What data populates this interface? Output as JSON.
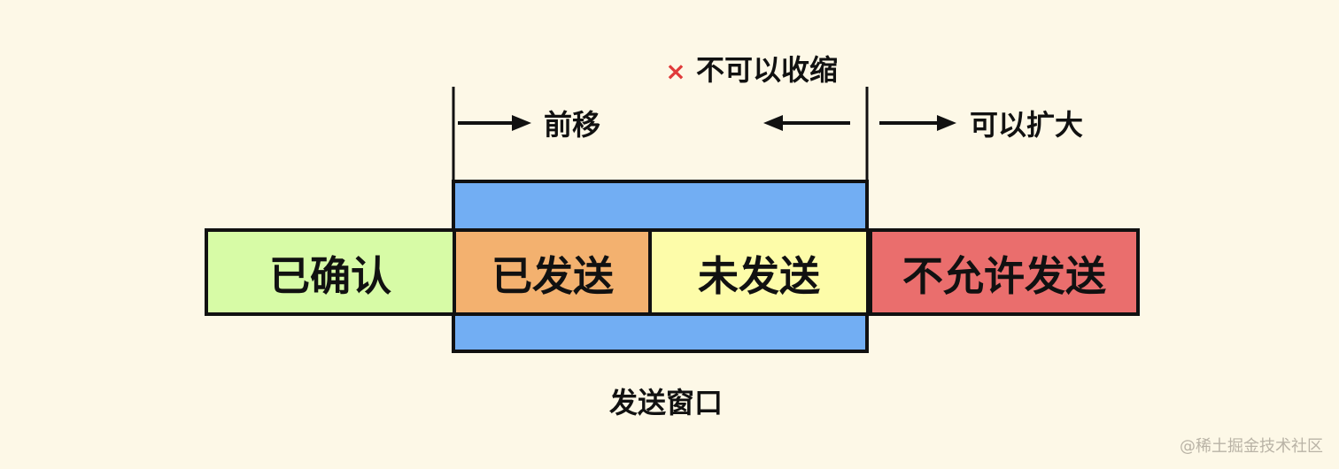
{
  "colors": {
    "background": "#fdf8e7",
    "acknowledged": "#d7fba6",
    "sent": "#f3b16f",
    "not_sent": "#fdfca9",
    "not_allowed": "#ea6e6d",
    "window": "#72aef3",
    "cross": "#e03a3a",
    "stroke": "#111111"
  },
  "segments": {
    "acknowledged": "已确认",
    "sent": "已发送",
    "not_sent": "未发送",
    "not_allowed": "不允许发送"
  },
  "window": {
    "label": "发送窗口"
  },
  "annotations": {
    "move_forward": "前移",
    "no_shrink_mark": "×",
    "no_shrink": "不可以收缩",
    "can_expand": "可以扩大"
  },
  "watermark": "@稀土掘金技术社区"
}
